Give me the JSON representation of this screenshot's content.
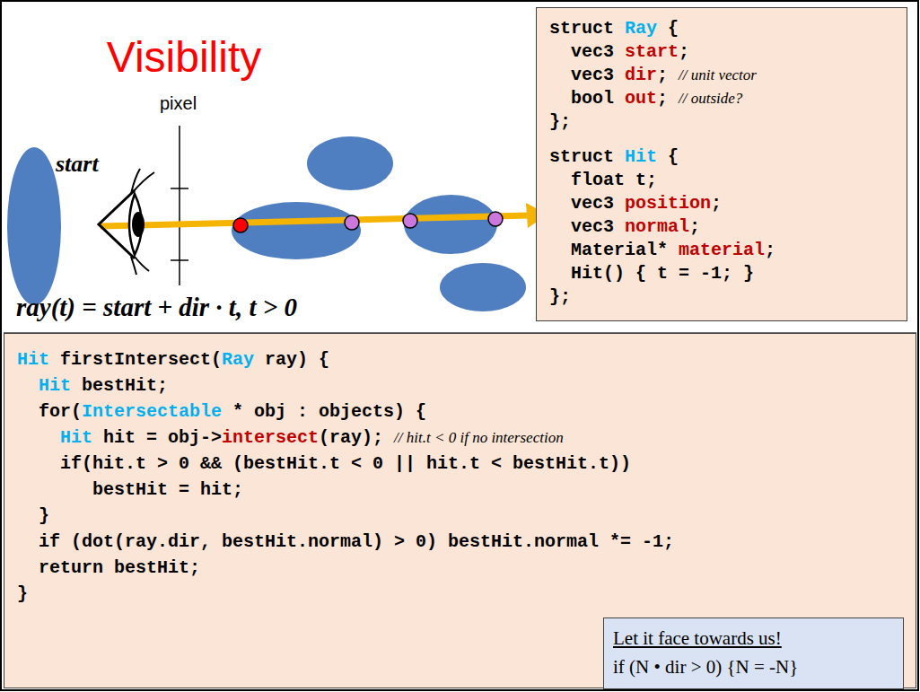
{
  "diagram": {
    "title": "Visibility",
    "nodes": [
      {
        "text": [
          "struct",
          "Ray",
          "{",
          "vec3",
          "start",
          ";",
          "vec3",
          "dir",
          ";",
          "// unit vector",
          "bool",
          "out",
          ";",
          "// outside?",
          "};",
          "struct",
          "Hit",
          "{",
          "float t;",
          "vec3",
          "position",
          ";",
          "vec3",
          "normal",
          ";",
          "Material*",
          "material",
          ";",
          "Hit() { t = -1; }",
          "};"
        ]
      },
      {
        "text": [
          "Hit",
          "firstIntersect(",
          "Ray",
          "ray) {",
          "Hit",
          "bestHit;",
          "for(",
          "Intersectable",
          "* obj : objects) {",
          "Hit",
          "hit = obj->",
          "intersect",
          "(ray);",
          "// hit.t < 0 if no intersection",
          "if(hit.t > 0 && (bestHit.t < 0 || hit.t < bestHit.t))",
          "bestHit = hit;",
          "}",
          "if (dot(ray.dir, bestHit.normal) > 0) bestHit.normal *= -1;",
          "return bestHit;",
          "}"
        ]
      },
      {
        "text": [
          "Let it face towards us!",
          "if (N • dir > 0) {N = -N}"
        ]
      }
    ],
    "labels": [
      "pixel",
      "start",
      "ray(t) = start + dir · t,  t > 0"
    ]
  }
}
